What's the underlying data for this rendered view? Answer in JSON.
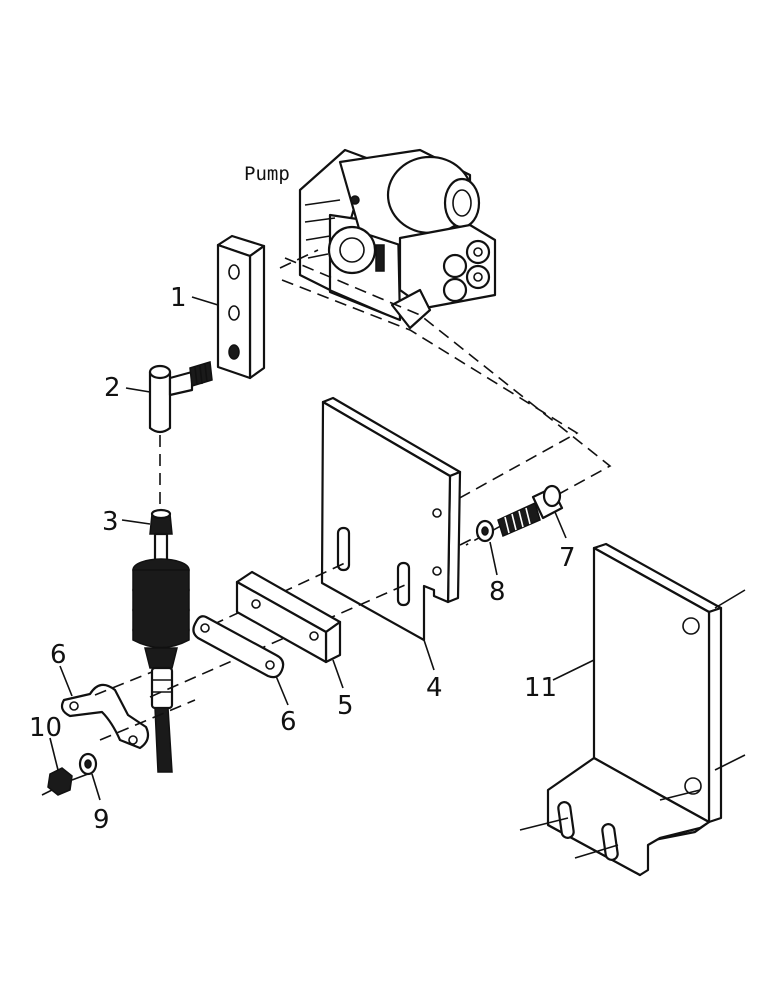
{
  "labels": {
    "pump": "Pump",
    "c1": "1",
    "c2": "2",
    "c3": "3",
    "c4": "4",
    "c5": "5",
    "c6a": "6",
    "c6b": "6",
    "c7": "7",
    "c8": "8",
    "c9": "9",
    "c10": "10",
    "c11": "11"
  }
}
